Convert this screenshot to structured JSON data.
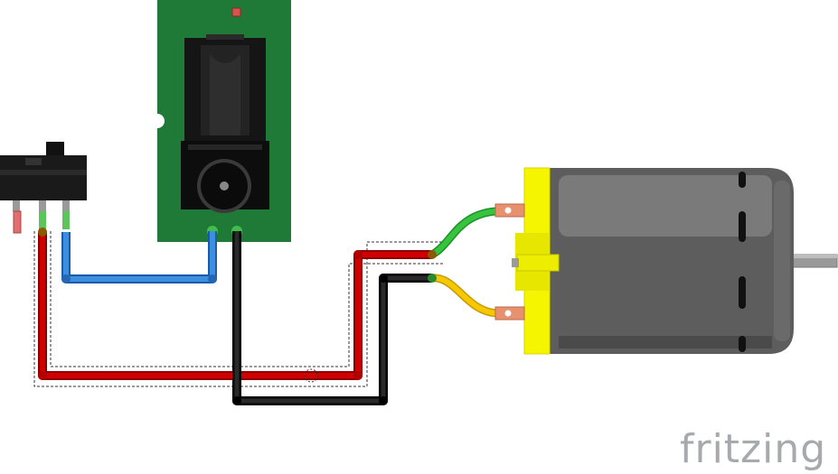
{
  "watermark": {
    "text": "fritzing",
    "color": "#a7a9ac"
  },
  "colors": {
    "pcb": "#1f7a38",
    "jack_body": "#1a1a1a",
    "switch_body": "#1c1c1c",
    "motor_body": "#6e6e6e",
    "motor_endcap": "#f5f500",
    "wire_red": "#cc0000",
    "wire_blue": "#2d7fd6",
    "wire_black": "#111111",
    "lead_green": "#2fbf3a",
    "lead_yellow": "#f2c400",
    "terminal_copper": "#e8916e"
  },
  "components": [
    {
      "name": "slide-switch",
      "kind": "SPDT slide switch"
    },
    {
      "name": "dc-barrel-jack",
      "kind": "DC power jack breakout"
    },
    {
      "name": "dc-motor",
      "kind": "DC motor"
    }
  ],
  "wires": [
    {
      "name": "wire-switch-to-motor",
      "color": "red"
    },
    {
      "name": "wire-switch-to-jack",
      "color": "blue"
    },
    {
      "name": "wire-jack-to-motor",
      "color": "black"
    }
  ]
}
